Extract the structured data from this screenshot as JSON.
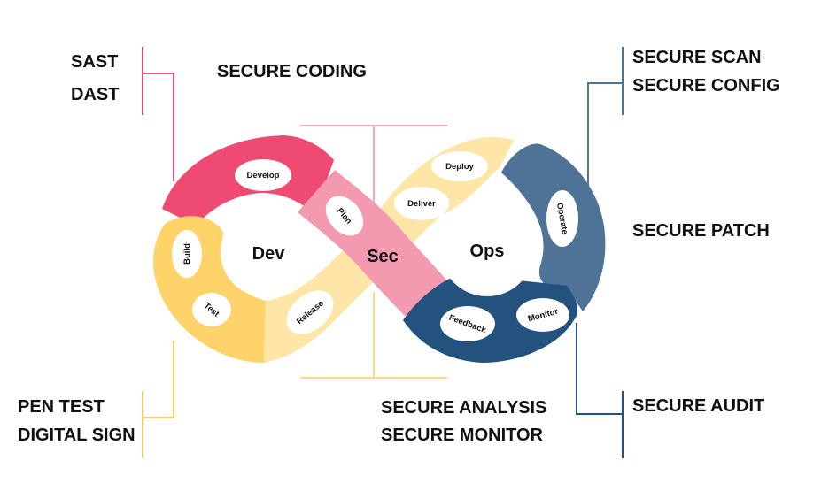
{
  "labels": {
    "sast": "SAST",
    "dast": "DAST",
    "secure_coding": "SECURE CODING",
    "secure_scan": "SECURE SCAN",
    "secure_config": "SECURE CONFIG",
    "secure_patch": "SECURE PATCH",
    "secure_audit": "SECURE AUDIT",
    "secure_analysis": "SECURE ANALYSIS",
    "secure_monitor": "SECURE MONITOR",
    "pen_test": "PEN TEST",
    "digital_sign": "DIGITAL SIGN"
  },
  "hubs": {
    "dev": "Dev",
    "sec": "Sec",
    "ops": "Ops"
  },
  "stages": {
    "develop": "Develop",
    "plan": "Plan",
    "build": "Build",
    "test": "Test",
    "release": "Release",
    "deploy": "Deploy",
    "deliver": "Deliver",
    "operate": "Operate",
    "feedback": "Feedback",
    "monitor": "Monitor"
  },
  "colors": {
    "red": "#ef4a72",
    "pink": "#f39ab0",
    "yellow": "#fdd36a",
    "cream": "#fde6a8",
    "slate": "#4f7396",
    "navy": "#24527e",
    "text": "#111111"
  }
}
